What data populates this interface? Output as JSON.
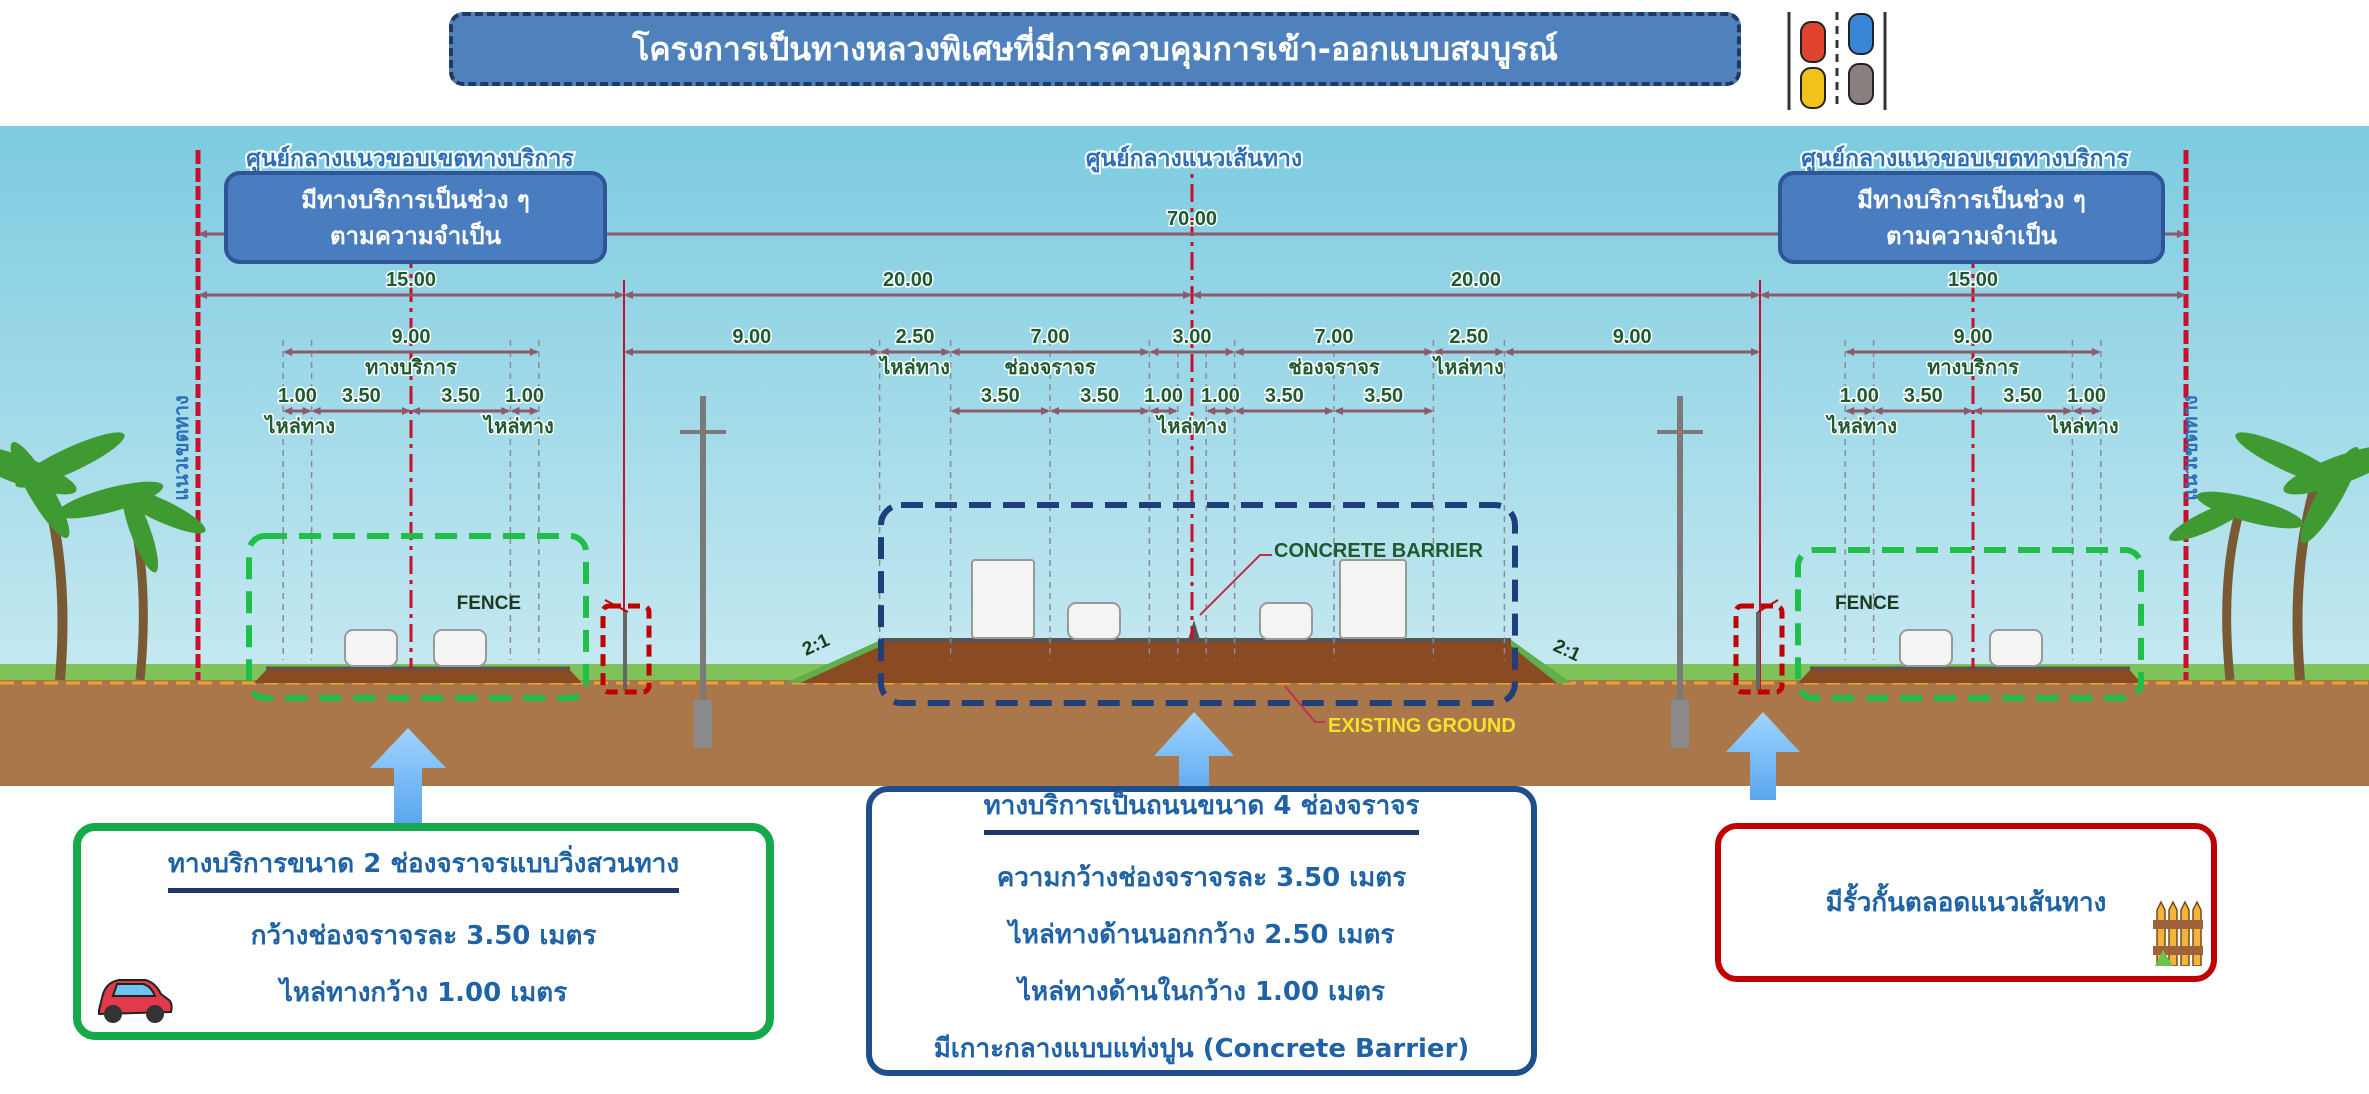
{
  "title": "โครงการเป็นทางหลวงพิเศษที่มีการควบคุมการเข้า-ออกแบบสมบูรณ์",
  "scene": {
    "left_center_label": "ศูนย์กลางแนวขอบเขตทางบริการ",
    "center_label": "ศูนย์กลางแนวเส้นทาง",
    "right_center_label": "ศูนย์กลางแนวขอบเขตทางบริการ",
    "row_boundary_label": "แนวเขตทาง",
    "left_note": [
      "มีทางบริการเป็นช่วง ๆ",
      "ตามความจำเป็น"
    ],
    "right_note": [
      "มีทางบริการเป็นช่วง ๆ",
      "ตามความจำเป็น"
    ],
    "fence_label": "FENCE",
    "barrier_label": "CONCRETE BARRIER",
    "ground_label": "EXISTING GROUND",
    "slope_label": "2:1"
  },
  "dims": {
    "total": "70.00",
    "row1": [
      "15.00",
      "20.00",
      "20.00",
      "15.00"
    ],
    "row2": [
      "9.00",
      "9.00",
      "2.50",
      "7.00",
      "3.00",
      "7.00",
      "2.50",
      "9.00",
      "9.00"
    ],
    "row2_labels": [
      "ทางบริการ",
      "ไหล่ทาง",
      "ช่องจราจร",
      "ช่องจราจร",
      "ไหล่ทาง",
      "ทางบริการ"
    ],
    "row3": [
      "1.00",
      "3.50",
      "3.50",
      "1.00",
      "3.50",
      "3.50",
      "1.00",
      "1.00",
      "3.50",
      "3.50",
      "1.00",
      "3.50",
      "3.50",
      "1.00"
    ],
    "row3_labels": [
      "ไหล่ทาง",
      "ไหล่ทาง",
      "ไหล่ทาง",
      "ไหล่ทาง",
      "ไหล่ทาง"
    ]
  },
  "boxes": {
    "green": {
      "heading": "ทางบริการขนาด 2 ช่องจราจรแบบวิ่งสวนทาง",
      "lines": [
        "กว้างช่องจราจรละ 3.50 เมตร",
        "ไหล่ทางกว้าง 1.00 เมตร"
      ]
    },
    "blue": {
      "heading": "ทางบริการเป็นถนนขนาด 4 ช่องจราจร",
      "lines": [
        "ความกว้างช่องจราจรละ 3.50 เมตร",
        "ไหล่ทางด้านนอกกว้าง 2.50 เมตร",
        "ไหล่ทางด้านในกว้าง 1.00 เมตร",
        "มีเกาะกลางแบบแท่งปูน (Concrete Barrier)"
      ]
    },
    "red": {
      "lines": [
        "มีรั้วกั้นตลอดแนวเส้นทาง"
      ]
    }
  },
  "colors": {
    "title_bg": "#4f81bd",
    "green_border": "#16a94b",
    "blue_border": "#1f4e8c",
    "red_border": "#c00000",
    "text_blue": "#1f63a6",
    "dim_text": "#1e5a2e"
  }
}
